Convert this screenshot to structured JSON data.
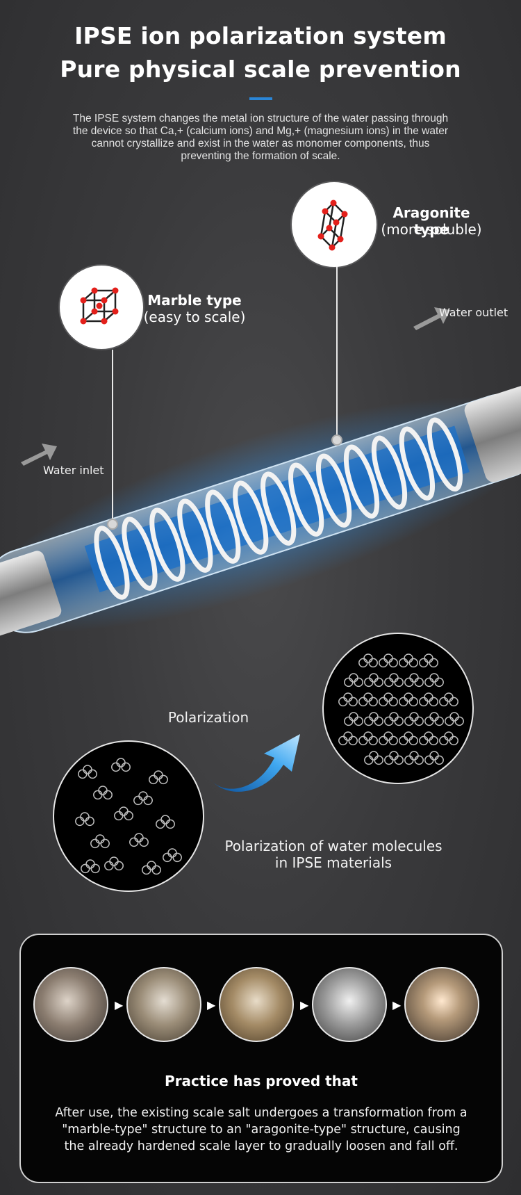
{
  "header": {
    "title_line1": "IPSE ion polarization system",
    "title_line2": "Pure physical scale prevention",
    "accent_color": "#2a86d8",
    "intro_text": "The IPSE system changes the metal ion structure of the water passing through the device so that Ca,+ (calcium ions) and Mg,+ (magnesium ions) in the water cannot crystallize and exist in the water as monomer components, thus preventing the formation of scale."
  },
  "device": {
    "marble_label": "Marble type",
    "marble_sub": "(easy to scale)",
    "aragonite_label": "Aragonite type",
    "aragonite_sub": "(more soluble)",
    "water_inlet": "Water inlet",
    "water_outlet": "Water outlet",
    "glow_color": "#3aa0ff"
  },
  "polarization": {
    "label": "Polarization",
    "caption_line1": "Polarization of water molecules",
    "caption_line2": "in IPSE materials"
  },
  "proof": {
    "title": "Practice has proved that",
    "text": "After use, the existing scale salt undergoes a transformation from a \"marble-type\" structure to an \"aragonite-type\" structure, causing the already hardened scale layer to gradually loosen and fall off.",
    "stages": [
      "stage-1",
      "stage-2",
      "stage-3",
      "stage-4",
      "stage-5"
    ]
  }
}
